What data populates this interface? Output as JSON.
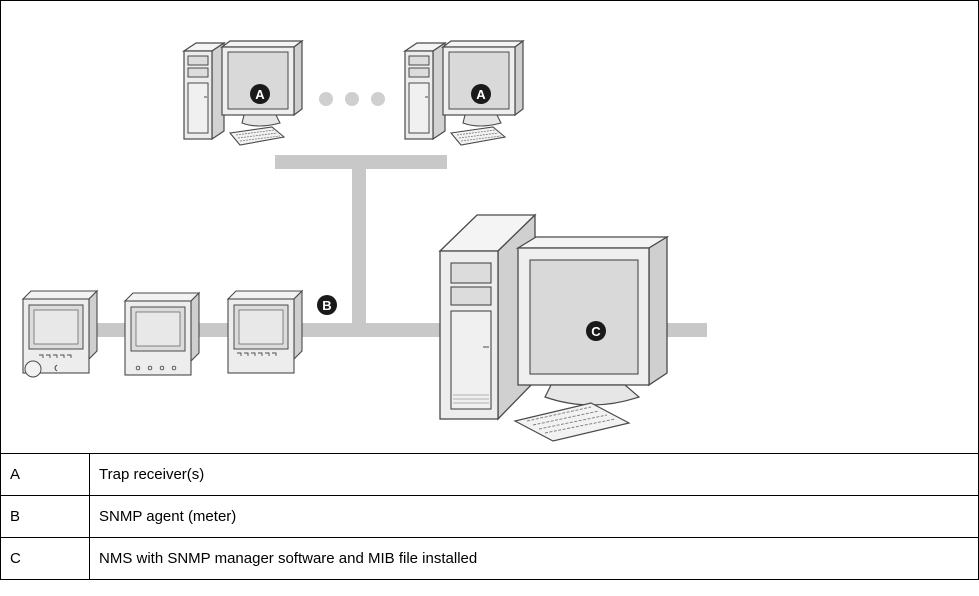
{
  "callouts": {
    "receiver_left": "A",
    "receiver_right": "A",
    "agent": "B",
    "nms": "C"
  },
  "legend": [
    {
      "key": "A",
      "description": "Trap receiver(s)"
    },
    {
      "key": "B",
      "description": "SNMP agent (meter)"
    },
    {
      "key": "C",
      "description": "NMS with SNMP manager software and MIB file installed"
    }
  ],
  "colors": {
    "network_line": "#c8c8c8",
    "device_body": "#ededed",
    "device_shade": "#d0d0d0",
    "screen": "#d9d9d9",
    "outline": "#4a4a4a",
    "callout_fill": "#1a1a1a"
  }
}
